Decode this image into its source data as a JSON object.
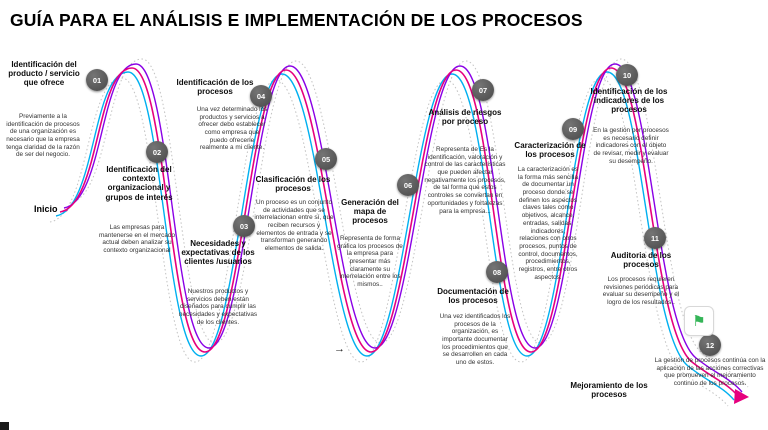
{
  "title": "GUÍA PARA EL ANÁLISIS E IMPLEMENTACIÓN DE LOS PROCESOS",
  "start": {
    "label": "Inicio",
    "arrow": "→"
  },
  "mid_arrow": "→",
  "flag_icon": "⚑",
  "colors": {
    "magenta": "#e6007e",
    "purple": "#8a00e6",
    "cyan": "#00b0f0",
    "dotted_gray": "#c2c2c2",
    "circle_gray": "#4f4f4f",
    "flag_green": "#35b558"
  },
  "steps": [
    {
      "number": "01",
      "title": "Identificación del producto / servicio que ofrece",
      "description": "Previamente a la identificación de procesos de una organización es necesario que la empresa tenga claridad de la razón de ser del negocio."
    },
    {
      "number": "02",
      "title": "Identificación del contexto organizacional y grupos de interés",
      "description": "Las empresas para mantenerse en el mercado actual deben analizar su contexto organizacional"
    },
    {
      "number": "03",
      "title": "Necesidades y expectativas de los clientes /usuarios",
      "description": "Nuestros productos y servicios deben están diseñados para cumplir las necesidades y expectativas de los clientes."
    },
    {
      "number": "04",
      "title": "Identificación de los procesos",
      "description": "Una vez determinado los productos y servicios a ofrecer debo establecer como empresa que puedo ofrecerle realmente a mi cliente."
    },
    {
      "number": "05",
      "title": "Clasificación de los procesos",
      "description": "Un proceso es un conjunto de actividades que se interrelacionan entre sí, que reciben recursos y elementos de entrada y se transforman generando elementos de salida."
    },
    {
      "number": "06",
      "title": "Generación del mapa de procesos",
      "description": "Representa de forma gráfica los procesos de la empresa para presentar más claramente su interrelación entre los mismos.."
    },
    {
      "number": "07",
      "title": "Análisis de riesgos por proceso",
      "description": "Representa de Es la identificación, valoración y control de las características que pueden afectar negativamente los procesos, de tal forma que estos controles se conviertan en oportunidades y fortalezas para la empresa..."
    },
    {
      "number": "08",
      "title": "Documentación de los procesos",
      "description": "Una vez identificados los procesos de la organización, es importante documentar los procedimientos que se desarrollen en cada uno de estos."
    },
    {
      "number": "09",
      "title": "Caracterización de los procesos",
      "description": "La caracterización es la forma más sencilla de documentar un proceso donde se definen los aspectos claves tales como objetivos, alcance, entradas, salidas, indicadores, relaciones con otros procesos, puntos de control, documentos, procedimientos, registros, entre otros aspectos."
    },
    {
      "number": "10",
      "title": "Identificación de los indicadores de los procesos",
      "description": "En la gestión por procesos es necesario definir indicadores con el objeto de revisar, medir y evaluar su desempeño."
    },
    {
      "number": "11",
      "title": "Auditoria de los procesos",
      "description": "Los procesos requieren revisiones periódicas para evaluar su desempeño y el logro de los resultados.."
    },
    {
      "number": "12",
      "title": "Mejoramiento de los procesos",
      "description": "La gestión de procesos continúa con la aplicación de las acciones correctivas que promueven el mejoramiento continuo de los procesos."
    }
  ]
}
